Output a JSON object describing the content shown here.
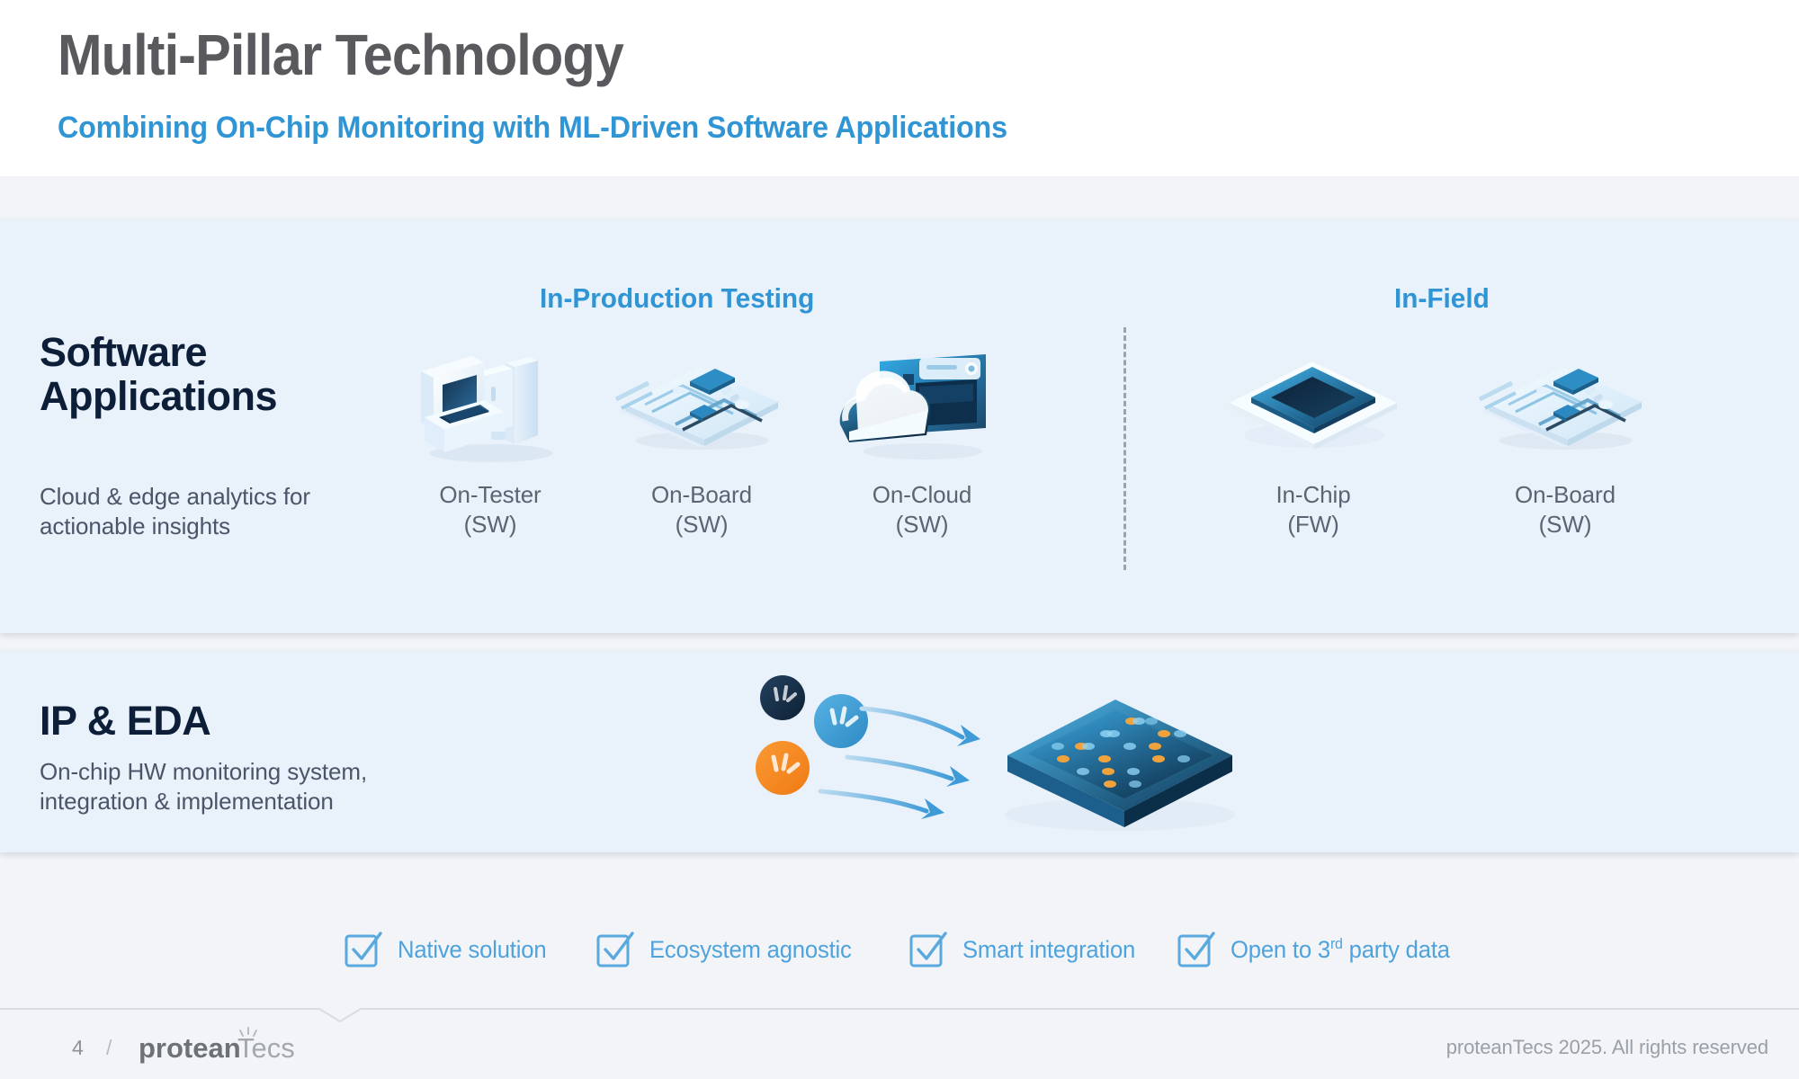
{
  "header": {
    "title": "Multi-Pillar Technology",
    "subtitle": "Combining On-Chip Monitoring with ML-Driven Software Applications"
  },
  "columns": {
    "in_production": "In-Production Testing",
    "in_field": "In-Field"
  },
  "pillars": [
    {
      "id": "software-applications",
      "title": "Software\nApplications",
      "description": "Cloud & edge analytics for\nactionable insights",
      "items": [
        {
          "icon": "on-tester-machine-icon",
          "label": "On-Tester\n(SW)",
          "group": "in_production"
        },
        {
          "icon": "on-board-pcb-icon",
          "label": "On-Board\n(SW)",
          "group": "in_production"
        },
        {
          "icon": "on-cloud-dashboard-icon",
          "label": "On-Cloud\n(SW)",
          "group": "in_production"
        },
        {
          "icon": "in-chip-die-icon",
          "label": "In-Chip\n(FW)",
          "group": "in_field"
        },
        {
          "icon": "on-board-pcb-icon",
          "label": "On-Board\n(SW)",
          "group": "in_field"
        }
      ]
    },
    {
      "id": "ip-and-eda",
      "title": "IP & EDA",
      "description": "On-chip HW monitoring system,\nintegration & implementation",
      "graphic": {
        "agents": [
          {
            "name": "agent-dot-navy",
            "color": "#16304d"
          },
          {
            "name": "agent-dot-blue",
            "color": "#3f9bd8"
          },
          {
            "name": "agent-dot-orange",
            "color": "#f58220"
          }
        ],
        "arrows": 3,
        "target": "chip-with-agents-icon"
      }
    }
  ],
  "checklist": [
    {
      "icon": "checkbox-checked-icon",
      "label": "Native solution"
    },
    {
      "icon": "checkbox-checked-icon",
      "label": "Ecosystem agnostic"
    },
    {
      "icon": "checkbox-checked-icon",
      "label": "Smart integration"
    },
    {
      "icon": "checkbox-checked-icon",
      "label": "Open to 3",
      "label_sup": "rd",
      "label_tail": " party data"
    }
  ],
  "footer": {
    "page_number": "4",
    "separator": "/",
    "logo_bold": "protean",
    "logo_light": "Tecs",
    "copyright": "proteanTecs 2025. All rights reserved"
  },
  "colors": {
    "accent_blue": "#2f95d4",
    "title_gray": "#5a5a5e",
    "panel_bg": "#e9f1fa",
    "band_bg": "#f2f4f7",
    "navy": "#0d1f38",
    "orange": "#f58220"
  }
}
